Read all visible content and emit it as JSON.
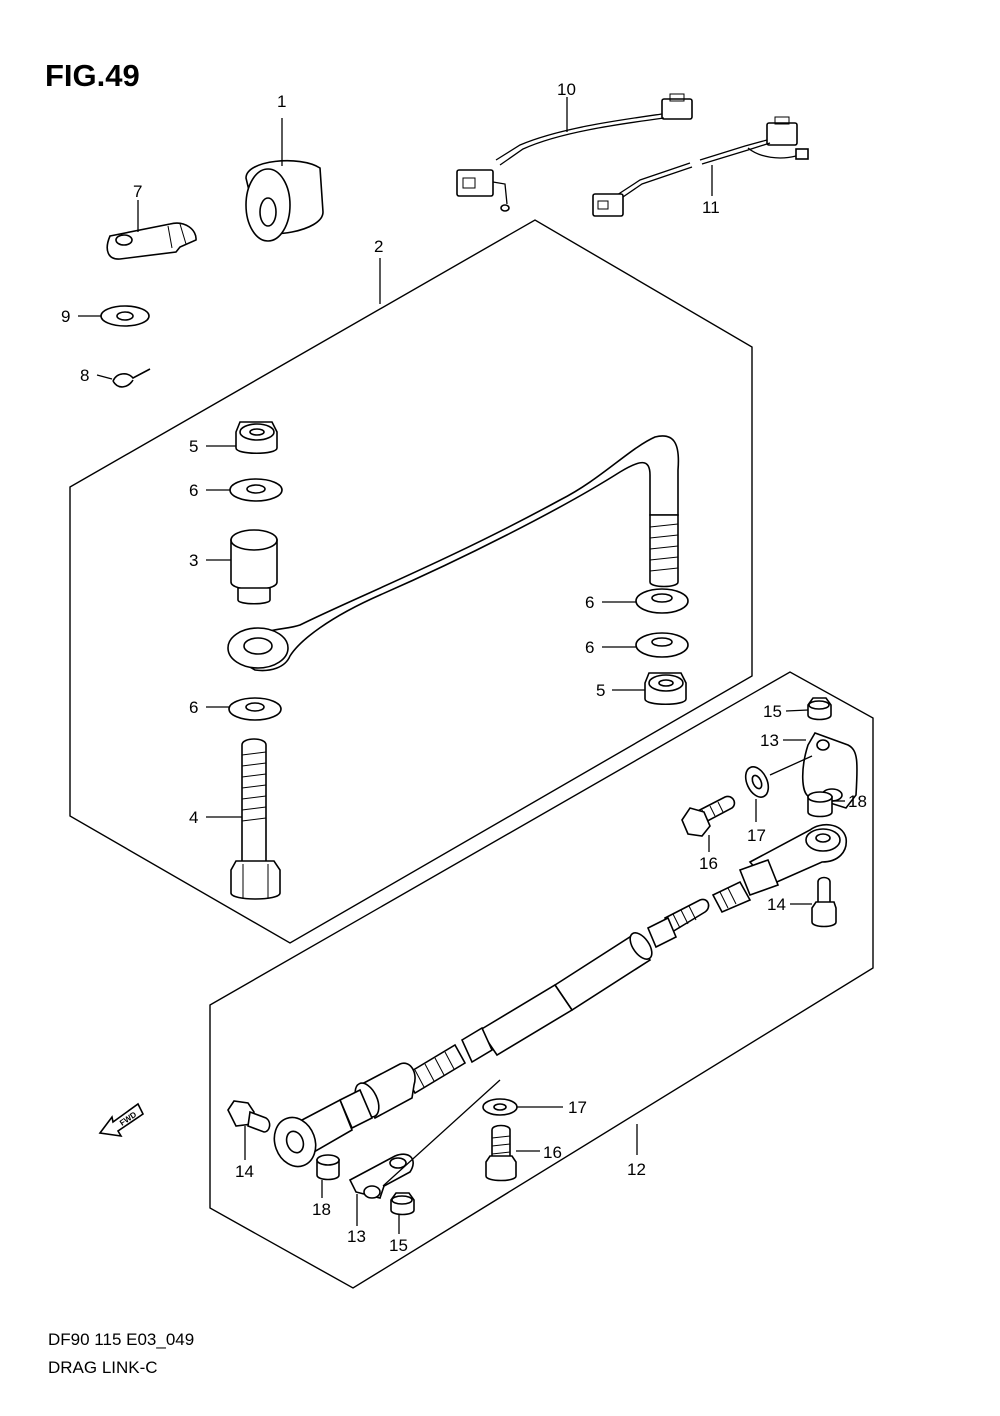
{
  "figure": {
    "title": "FIG.49",
    "code": "DF90 115 E03_049",
    "name": "DRAG LINK-C",
    "fwd_label": "FWD"
  },
  "callouts": {
    "c1": "1",
    "c2": "2",
    "c3": "3",
    "c4": "4",
    "c5a": "5",
    "c5b": "5",
    "c6a": "6",
    "c6b": "6",
    "c6c": "6",
    "c6d": "6",
    "c7": "7",
    "c8": "8",
    "c9": "9",
    "c10": "10",
    "c11": "11",
    "c12": "12",
    "c13a": "13",
    "c13b": "13",
    "c14a": "14",
    "c14b": "14",
    "c15a": "15",
    "c15b": "15",
    "c16a": "16",
    "c16b": "16",
    "c17a": "17",
    "c17b": "17",
    "c18a": "18",
    "c18b": "18"
  }
}
